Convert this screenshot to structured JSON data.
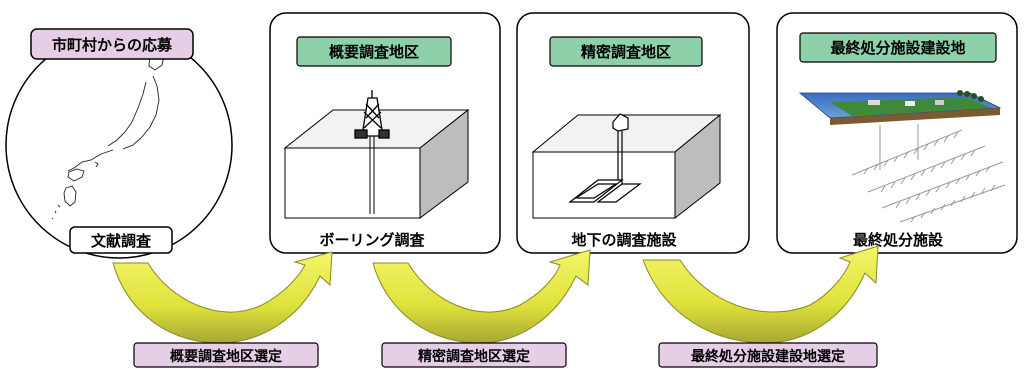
{
  "stage1": {
    "tag": "市町村からの応募",
    "caption": "文献調査"
  },
  "stage2": {
    "tag": "概要調査地区",
    "caption": "ボーリング調査"
  },
  "stage3": {
    "tag": "精密調査地区",
    "caption": "地下の調査施設"
  },
  "stage4": {
    "tag": "最終処分施設建設地",
    "caption": "最終処分施設"
  },
  "transitions": [
    {
      "label": "概要調査地区選定"
    },
    {
      "label": "精密調査地区選定"
    },
    {
      "label": "最終処分施設建設地選定"
    }
  ],
  "colors": {
    "tag_pink": "#e6cfe6",
    "tag_green": "#8ed0a9",
    "arrow_fill": "#dfe23a",
    "arrow_shadow": "#a6a635",
    "box_front": "#ffffff",
    "box_top": "#f2f2f2",
    "box_side": "#bdbdbd"
  }
}
